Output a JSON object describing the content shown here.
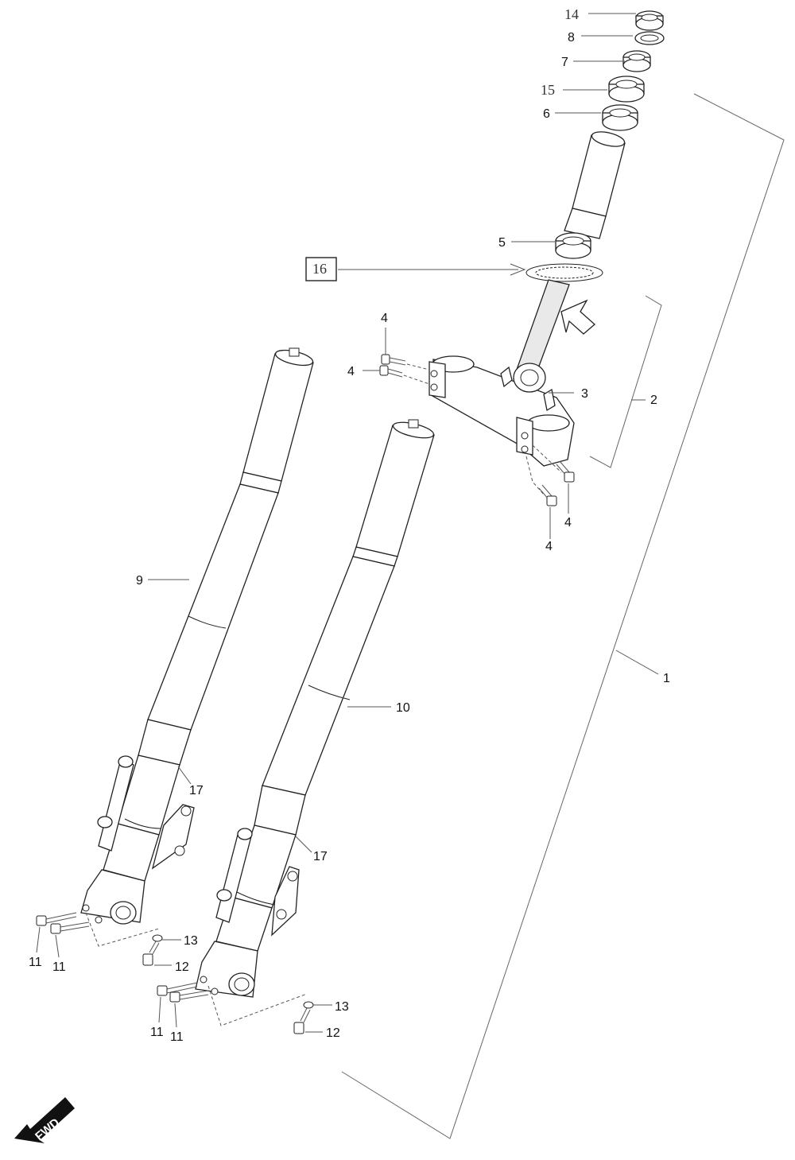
{
  "diagram": {
    "callouts": {
      "c14": "14",
      "c8": "8",
      "c7": "7",
      "c15": "15",
      "c6": "6",
      "c5": "5",
      "c16": "16",
      "c4a": "4",
      "c4b": "4",
      "c3": "3",
      "c2": "2",
      "c4c": "4",
      "c4d": "4",
      "c9": "9",
      "c10": "10",
      "c1": "1",
      "c17a": "17",
      "c17b": "17",
      "c13a": "13",
      "c12a": "12",
      "c11a": "11",
      "c11b": "11",
      "c13b": "13",
      "c12b": "12",
      "c11c": "11",
      "c11d": "11"
    },
    "fwd_badge": "FWD"
  }
}
